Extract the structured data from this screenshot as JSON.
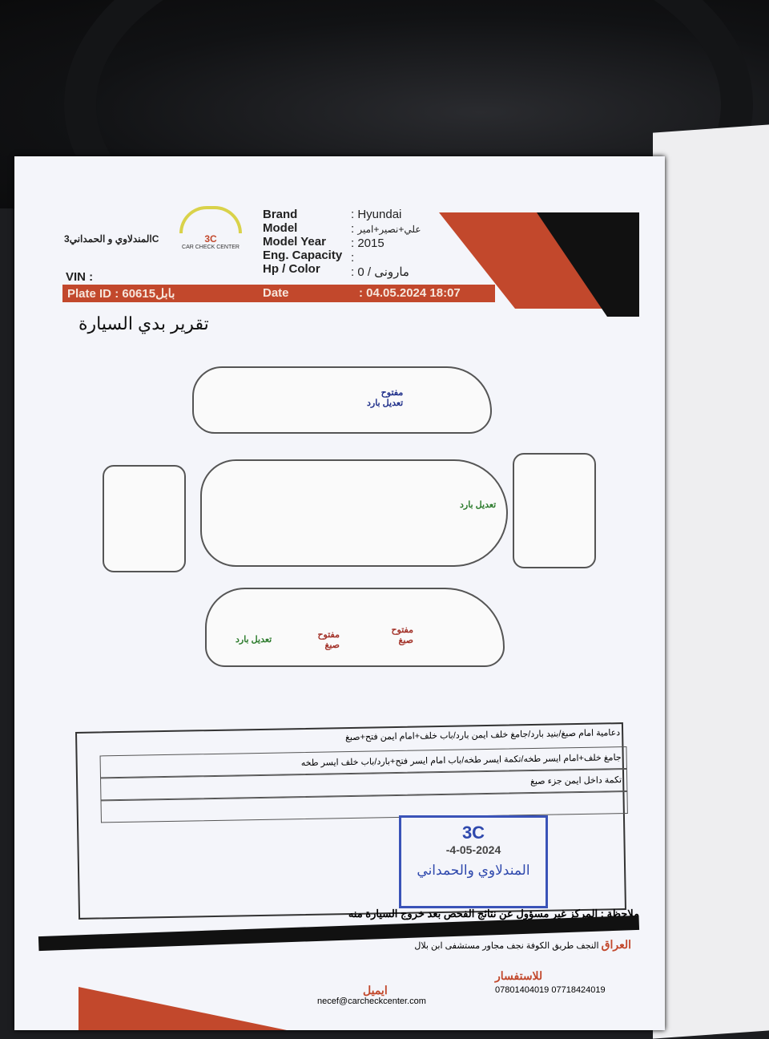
{
  "header": {
    "company_ar": "المندلاوي و الحمداني3C",
    "logo_text": "3C",
    "logo_sub": "CAR CHECK CENTER",
    "fields": [
      {
        "label": "Brand",
        "value": "Hyundai"
      },
      {
        "label": "Model",
        "value": "علي+نصير+امير"
      },
      {
        "label": "Model Year",
        "value": "2015"
      },
      {
        "label": "Eng. Capacity",
        "value": ""
      },
      {
        "label": "Hp / Color",
        "value": "مارونى / 0"
      }
    ],
    "vin_label": "VIN",
    "plate_label": "Plate ID",
    "plate_value": "60615بابل",
    "date_label": "Date",
    "date_value": "04.05.2024 18:07"
  },
  "title": "تقرير بدي السيارة",
  "diagram_notes": {
    "left_side": "مفتوح\nتعديل بارد",
    "top": "تعديل بارد",
    "right_side_rear": "تعديل بارد",
    "right_side_door1": "مفتوح صبغ",
    "right_side_door2": "مفتوح صبغ"
  },
  "report_lines": [
    "دعامية امام صبغ/بنيد بارد/جامغ خلف ايمن بارد/باب خلف+امام ايمن فتح+صبغ",
    "جامغ خلف+امام ايسر طخه/تكمة ايسر طخه/باب امام ايسر فتح+بارد/باب خلف ايسر طخه",
    "تكمة داخل ايمن جزء صبغ",
    ""
  ],
  "stamp": {
    "name": "3C",
    "date": "-4-05-2024",
    "company": "المندلاوي والحمداني"
  },
  "footer": {
    "note": "ملاحظة : المركز غير مسؤول عن نتائج الفحص بعد خروج السيارة منه",
    "country": "العراق",
    "address": "النجف طريق الكوفة نجف مجاور مستشفى ابن بلال",
    "inquiry_label": "للاستفسار",
    "phones": "07801404019 07718424019",
    "email_label": "ايميل",
    "email": "necef@carcheckcenter.com"
  }
}
